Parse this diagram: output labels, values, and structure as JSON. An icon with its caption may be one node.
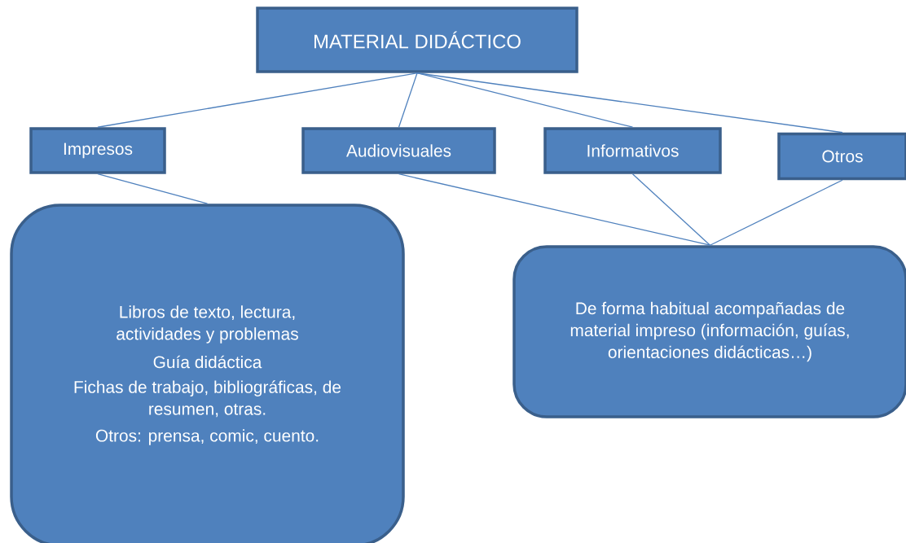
{
  "diagram": {
    "nodes": [
      {
        "text": [
          "MATERIAL DIDÁCTICO"
        ]
      },
      {
        "text": [
          "Impresos"
        ]
      },
      {
        "text": [
          "Audiovisuales"
        ]
      },
      {
        "text": [
          "Informativos"
        ]
      },
      {
        "text": [
          "Otros"
        ]
      },
      {
        "text": [
          "Libros de texto, lectura, actividades y problemas",
          "Guía didáctica",
          "Fichas de trabajo, bibliográficas, de resumen, otras.",
          "Otros: prensa, comic, cuento."
        ]
      },
      {
        "text": [
          "De forma habitual  acompañadas de material impreso (información, guías, orientaciones didácticas…)"
        ]
      }
    ],
    "edges": [
      {
        "from": 0,
        "to": 1,
        "arrow": "none"
      },
      {
        "from": 0,
        "to": 2,
        "arrow": "none"
      },
      {
        "from": 0,
        "to": 3,
        "arrow": "none"
      },
      {
        "from": 0,
        "to": 4,
        "arrow": "none"
      },
      {
        "from": 1,
        "to": 5,
        "arrow": "none"
      },
      {
        "from": 2,
        "to": 6,
        "arrow": "none"
      },
      {
        "from": 3,
        "to": 6,
        "arrow": "none"
      },
      {
        "from": 4,
        "to": 6,
        "arrow": "none"
      }
    ]
  }
}
